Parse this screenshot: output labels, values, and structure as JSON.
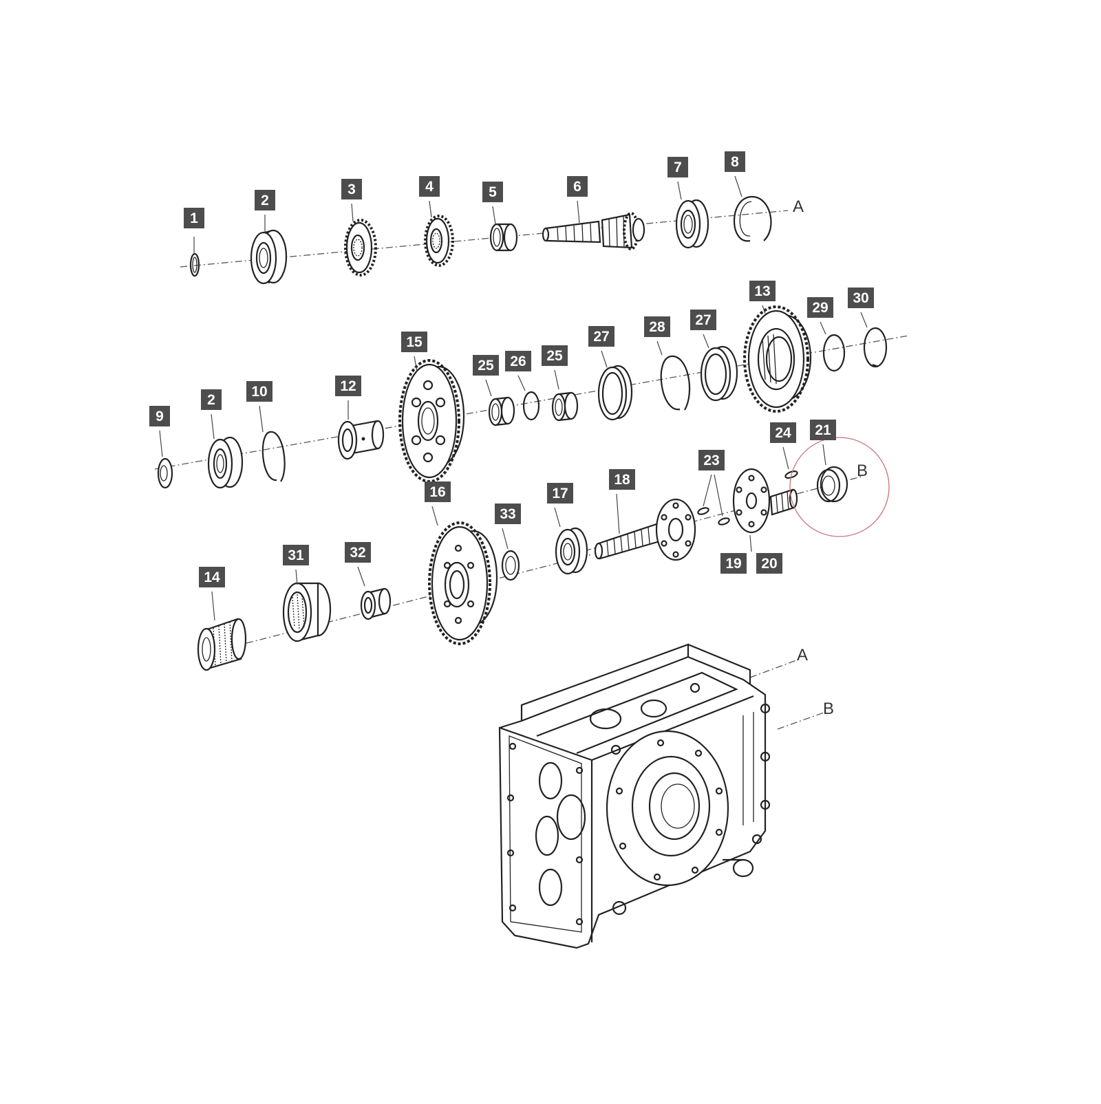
{
  "callouts": [
    {
      "id": "c1",
      "text": "1",
      "hl": false
    },
    {
      "id": "c2a",
      "text": "2",
      "hl": true
    },
    {
      "id": "c3",
      "text": "3",
      "hl": false
    },
    {
      "id": "c4",
      "text": "4",
      "hl": false
    },
    {
      "id": "c5",
      "text": "5",
      "hl": false
    },
    {
      "id": "c6",
      "text": "6",
      "hl": false
    },
    {
      "id": "c7",
      "text": "7",
      "hl": true
    },
    {
      "id": "c8",
      "text": "8",
      "hl": false
    },
    {
      "id": "c9",
      "text": "9",
      "hl": false
    },
    {
      "id": "c2b",
      "text": "2",
      "hl": true
    },
    {
      "id": "c10",
      "text": "10",
      "hl": false
    },
    {
      "id": "c12",
      "text": "12",
      "hl": false
    },
    {
      "id": "c15",
      "text": "15",
      "hl": false
    },
    {
      "id": "c25a",
      "text": "25",
      "hl": false
    },
    {
      "id": "c26",
      "text": "26",
      "hl": false
    },
    {
      "id": "c25b",
      "text": "25",
      "hl": false
    },
    {
      "id": "c27a",
      "text": "27",
      "hl": false
    },
    {
      "id": "c28",
      "text": "28",
      "hl": false
    },
    {
      "id": "c27b",
      "text": "27",
      "hl": false
    },
    {
      "id": "c13",
      "text": "13",
      "hl": false
    },
    {
      "id": "c29",
      "text": "29",
      "hl": false
    },
    {
      "id": "c30",
      "text": "30",
      "hl": false
    },
    {
      "id": "c24",
      "text": "24",
      "hl": false
    },
    {
      "id": "c21",
      "text": "21",
      "hl": true
    },
    {
      "id": "c23",
      "text": "23",
      "hl": false
    },
    {
      "id": "c16",
      "text": "16",
      "hl": false
    },
    {
      "id": "c33",
      "text": "33",
      "hl": false
    },
    {
      "id": "c17",
      "text": "17",
      "hl": false
    },
    {
      "id": "c18",
      "text": "18",
      "hl": false
    },
    {
      "id": "c19",
      "text": "19",
      "hl": false
    },
    {
      "id": "c20",
      "text": "20",
      "hl": false
    },
    {
      "id": "c14",
      "text": "14",
      "hl": false
    },
    {
      "id": "c31",
      "text": "31",
      "hl": false
    },
    {
      "id": "c32",
      "text": "32",
      "hl": false
    }
  ],
  "refs": {
    "axis_a_top": "A",
    "axis_b_mid": "B",
    "axis_a_housing": "A",
    "axis_b_housing": "B"
  },
  "colors": {
    "callout_default": "#4d4d4d",
    "callout_highlight": "#5ac8d8",
    "highlight_circle": "#c4747c"
  }
}
